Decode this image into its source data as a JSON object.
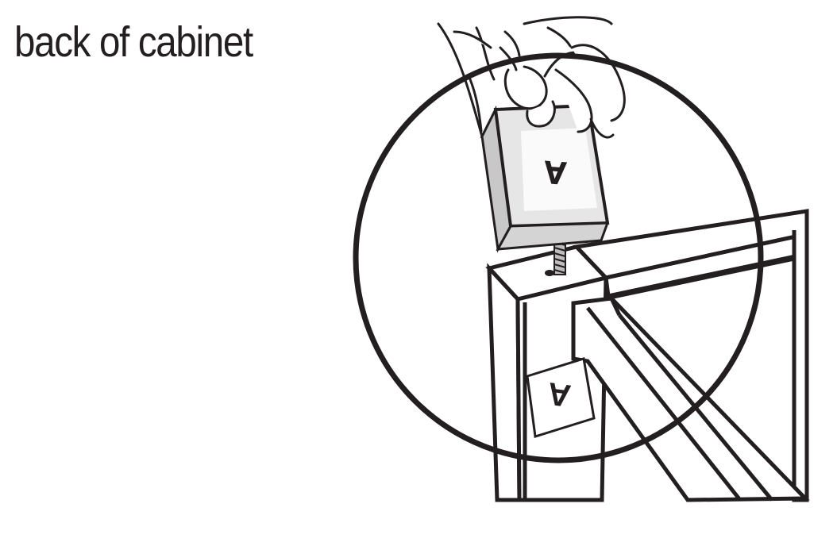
{
  "title": "back of cabinet",
  "block_label": "A",
  "sticker_label": "A",
  "colors": {
    "ink": "#231f20",
    "block_face": "#e6e6e6",
    "block_side": "#c8c8c8",
    "block_bottom": "#d4d4d4",
    "label_paper": "#fafafa",
    "background": "#ffffff"
  },
  "icons": [
    "hand-icon",
    "threaded-bolt-icon",
    "magnifier-circle-icon"
  ]
}
